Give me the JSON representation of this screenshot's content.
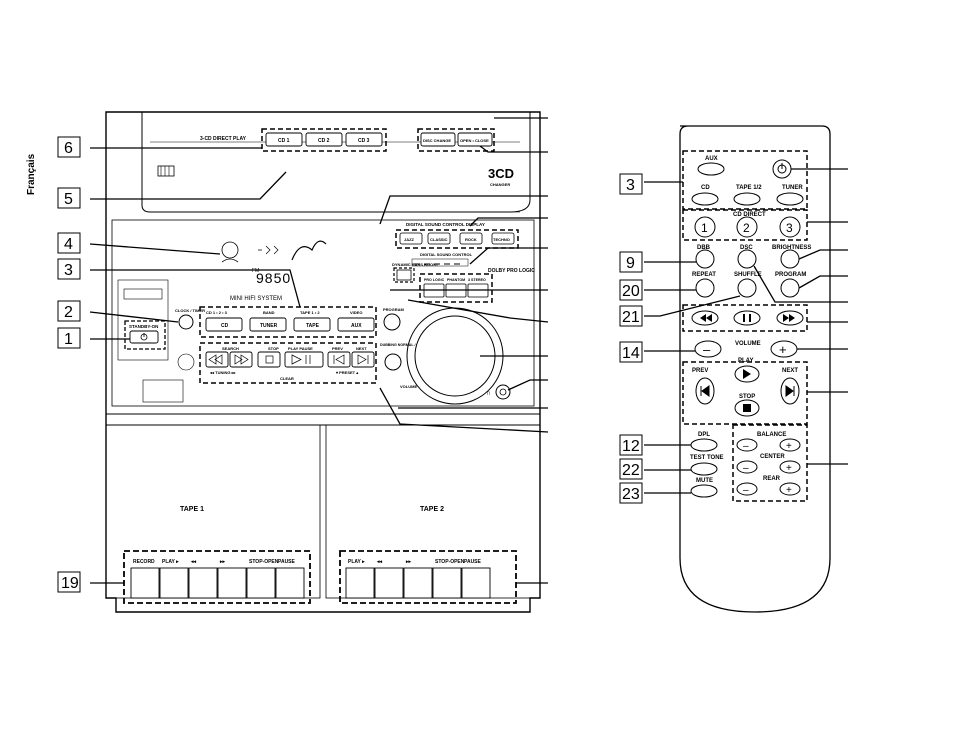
{
  "sidebar_language": "Français",
  "callouts_left": [
    "6",
    "5",
    "4",
    "3",
    "2",
    "1",
    "19"
  ],
  "callouts_remote": [
    "3",
    "9",
    "20",
    "21",
    "14",
    "12",
    "22",
    "23"
  ],
  "unit": {
    "cd_direct_play": "3-CD DIRECT PLAY",
    "cd1": "CD 1",
    "cd2": "CD 2",
    "cd3": "CD 3",
    "disc_change": "DISC CHANGE",
    "open_close": "OPEN • CLOSE",
    "logo_3cd": "3CD",
    "changer": "CHANGER",
    "digital_sound_control_display": "DIGITAL SOUND CONTROL DISPLAY",
    "dsc_jazz": "JAZZ",
    "dsc_classic": "CLASSIC",
    "dsc_rock": "ROCK",
    "dsc_techno": "TECHNO",
    "digital_sound_control": "DIGITAL SOUND CONTROL",
    "dynamic_bass_boost": "DYNAMIC BASS BOOST",
    "dolby_pro_logic": "DOLBY PRO LOGIC",
    "pro_logic": "PRO LOGIC",
    "phantom": "PHANTOM",
    "three_stereo": "3 STEREO",
    "display_digits": "9850",
    "display_fm": "FM",
    "mini_hifi_system": "MINI HIFI SYSTEM",
    "clock_timer": "CLOCK / TIMER",
    "standby_on": "STANDBY-ON",
    "source_cd_label": "CD 1 • 2 • 3",
    "source_band_label": "BAND",
    "source_tape_label": "TAPE 1 • 2",
    "source_video_label": "VIDEO",
    "btn_cd": "CD",
    "btn_tuner": "TUNER",
    "btn_tape": "TAPE",
    "btn_aux": "AUX",
    "program": "PROGRAM",
    "search": "SEARCH",
    "stop": "STOP",
    "play_pause": "PLAY   PAUSE",
    "prev": "PREV",
    "next": "NEXT",
    "tuning": "◂◂  TUNING  ▸▸",
    "preset": "▾  PRESET  ▴",
    "clear": "CLEAR",
    "dubbing": "DUBBING NORMAL / FAST",
    "volume": "VOLUME",
    "tape1": "TAPE 1",
    "tape2": "TAPE 2",
    "deck1_labels": [
      "RECORD",
      "PLAY ▸",
      "◂◂",
      "▸▸",
      "STOP-OPEN",
      "PAUSE"
    ],
    "deck2_labels": [
      "PLAY ▸",
      "◂◂",
      "▸▸",
      "STOP-OPEN",
      "PAUSE"
    ]
  },
  "remote": {
    "aux": "AUX",
    "cd": "CD",
    "tape12": "TAPE 1/2",
    "tuner": "TUNER",
    "cd_direct": "CD DIRECT",
    "num1": "1",
    "num2": "2",
    "num3": "3",
    "dbb": "DBB",
    "dsc": "DSC",
    "brightness": "BRIGHTNESS",
    "repeat": "REPEAT",
    "shuffle": "SHUFFLE",
    "program": "PROGRAM",
    "volume": "VOLUME",
    "minus": "–",
    "plus": "+",
    "prev": "PREV",
    "play": "PLAY",
    "next": "NEXT",
    "stop": "STOP",
    "dpl": "DPL",
    "test_tone": "TEST TONE",
    "mute": "MUTE",
    "balance": "BALANCE",
    "center": "CENTER",
    "rear": "REAR"
  }
}
